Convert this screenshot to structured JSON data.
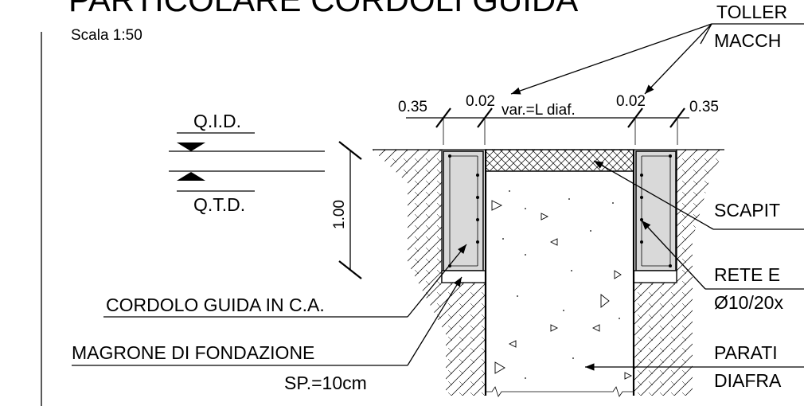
{
  "title": "PARTICOLARE CORDOLI GUIDA",
  "scale": "Scala 1:50",
  "levels": {
    "qid": "Q.I.D.",
    "qtd": "Q.T.D."
  },
  "dimensions": {
    "left_outer": "0.35",
    "left_inner": "0.02",
    "middle": "var.=L diaf.",
    "right_inner": "0.02",
    "right_outer": "0.35",
    "height": "1.00"
  },
  "labels": {
    "cordolo": "CORDOLO GUIDA IN C.A.",
    "magrone_line1": "MAGRONE DI FONDAZIONE",
    "magrone_line2": "SP.=10cm",
    "toller_line1": "TOLLER",
    "toller_line2": "MACCH",
    "scapit": "SCAPIT",
    "rete_line1": "RETE E",
    "rete_line2": "Ø10/20x",
    "parati_line1": "PARATI",
    "parati_line2": "DIAFRA"
  },
  "colors": {
    "line": "#000000",
    "concrete_fill": "#d9d9d9",
    "background": "#ffffff"
  }
}
